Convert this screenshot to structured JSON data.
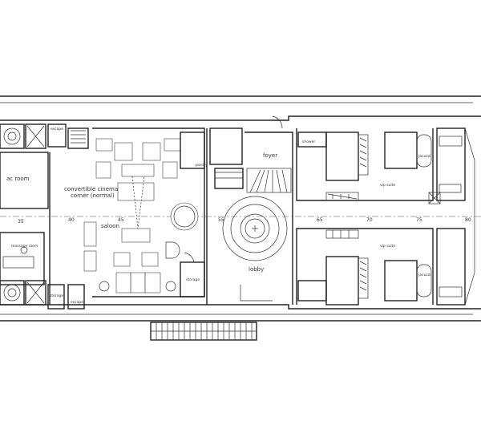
{
  "plan": {
    "labels": {
      "escape_top": "escape",
      "ac_room": "ac room",
      "cinema_1": "convertible cinema",
      "cinema_2": "corner (normal)",
      "saloon": "saloon",
      "storage_saloon": "storage",
      "pantry": "pantry",
      "foyer": "foyer",
      "lobby": "lobby",
      "shower": "shower",
      "vip_suite_top": "vip suite",
      "vip_suite_bottom": "vip suite",
      "jacuzzi_top": "jacuzzi",
      "jacuzzi_bottom": "jacuzzi",
      "massage_room": "massage room",
      "storage_aft": "storage",
      "escape_bottom": "escape"
    },
    "grid_marks": [
      "35",
      "40",
      "45",
      "55",
      "65",
      "70",
      "75",
      "80"
    ]
  }
}
